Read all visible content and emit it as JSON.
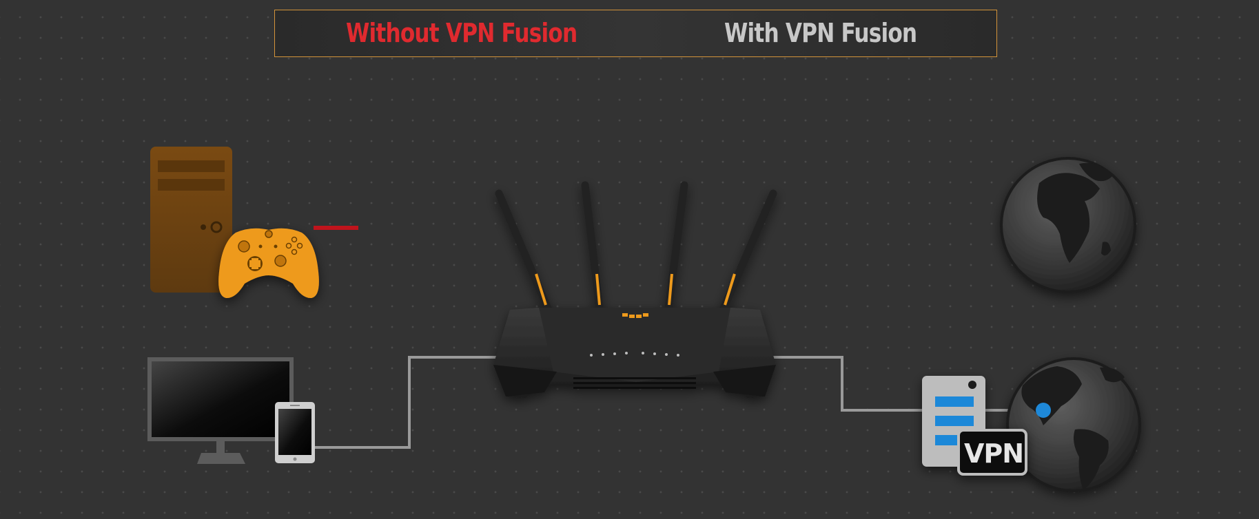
{
  "toggle": {
    "tabs": [
      {
        "label": "Without VPN Fusion",
        "state": "active"
      },
      {
        "label": "With VPN Fusion",
        "state": "inactive"
      }
    ]
  },
  "vpn_badge": {
    "label": "VPN"
  },
  "colors": {
    "accent_border": "#d4943a",
    "active_tab": "#e02a2f",
    "inactive_tab": "#c8c8c8",
    "controller": "#ee9a1f",
    "pc_tower": "#7a4a12",
    "traffic_line": "#c0141c",
    "cable": "#9a9a9a",
    "vpn_server_stripes": "#1e88d8",
    "location_dot": "#1e88d8"
  },
  "icons": [
    "pc-tower-icon",
    "game-controller-icon",
    "monitor-icon",
    "phone-icon",
    "router-icon",
    "globe-icon",
    "vpn-server-icon"
  ]
}
